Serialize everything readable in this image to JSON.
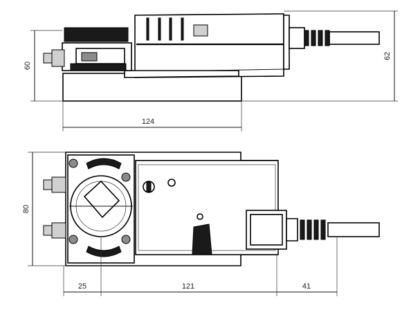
{
  "dimensions": {
    "side_height": "60",
    "side_total_height": "62",
    "side_length": "124",
    "top_width": "80",
    "top_left_offset": "25",
    "top_body_length": "121",
    "top_connector_length": "41"
  },
  "colors": {
    "line": "#000000",
    "fill_dark": "#1a1a1a",
    "fill_grey": "#8c8c8c"
  }
}
